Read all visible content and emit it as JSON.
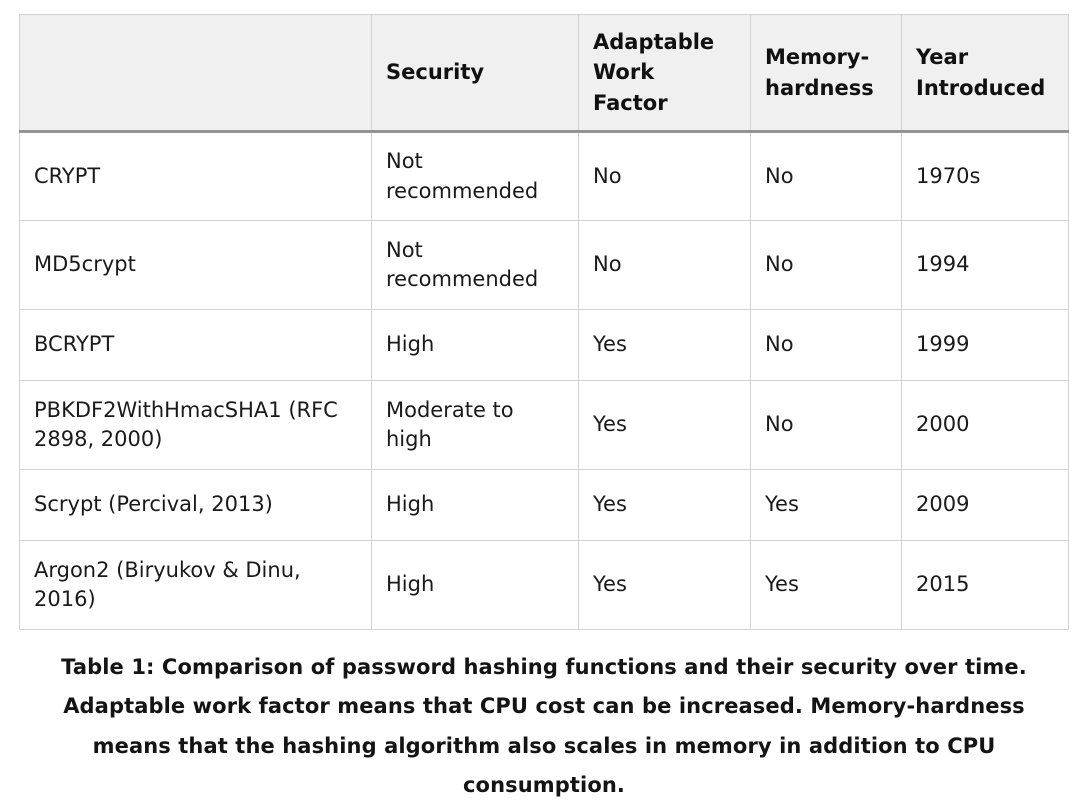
{
  "table": {
    "name": "password-hashing-comparison",
    "columns": [
      {
        "key": "algorithm",
        "label": ""
      },
      {
        "key": "security",
        "label": "Security"
      },
      {
        "key": "adaptable_work_factor",
        "label": "Adaptable Work Factor"
      },
      {
        "key": "memory_hardness",
        "label": "Memory-hardness"
      },
      {
        "key": "year_introduced",
        "label": "Year Introduced"
      }
    ],
    "rows": [
      {
        "algorithm": "CRYPT",
        "security": "Not recommended",
        "adaptable_work_factor": "No",
        "memory_hardness": "No",
        "year_introduced": "1970s"
      },
      {
        "algorithm": "MD5crypt",
        "security": "Not recommended",
        "adaptable_work_factor": "No",
        "memory_hardness": "No",
        "year_introduced": "1994"
      },
      {
        "algorithm": "BCRYPT",
        "security": "High",
        "adaptable_work_factor": "Yes",
        "memory_hardness": "No",
        "year_introduced": "1999"
      },
      {
        "algorithm": "PBKDF2WithHmacSHA1 (RFC 2898, 2000)",
        "security": "Moderate to high",
        "adaptable_work_factor": "Yes",
        "memory_hardness": "No",
        "year_introduced": "2000"
      },
      {
        "algorithm": "Scrypt (Percival, 2013)",
        "security": "High",
        "adaptable_work_factor": "Yes",
        "memory_hardness": "Yes",
        "year_introduced": "2009"
      },
      {
        "algorithm": "Argon2 (Biryukov & Dinu, 2016)",
        "security": "High",
        "adaptable_work_factor": "Yes",
        "memory_hardness": "Yes",
        "year_introduced": "2015"
      }
    ]
  },
  "caption": {
    "text": "Table 1: Comparison of password hashing functions and their security over time. Adaptable work factor means that CPU cost can be increased. Memory-hardness means that the hashing algorithm also scales in memory in addition to CPU consumption."
  },
  "colors": {
    "page_background": "#ffffff",
    "header_background": "#f0f0f0",
    "cell_border": "#d2d2d2",
    "header_rule": "#939393",
    "text": "#1a1a1a",
    "caption_text": "#141414"
  }
}
